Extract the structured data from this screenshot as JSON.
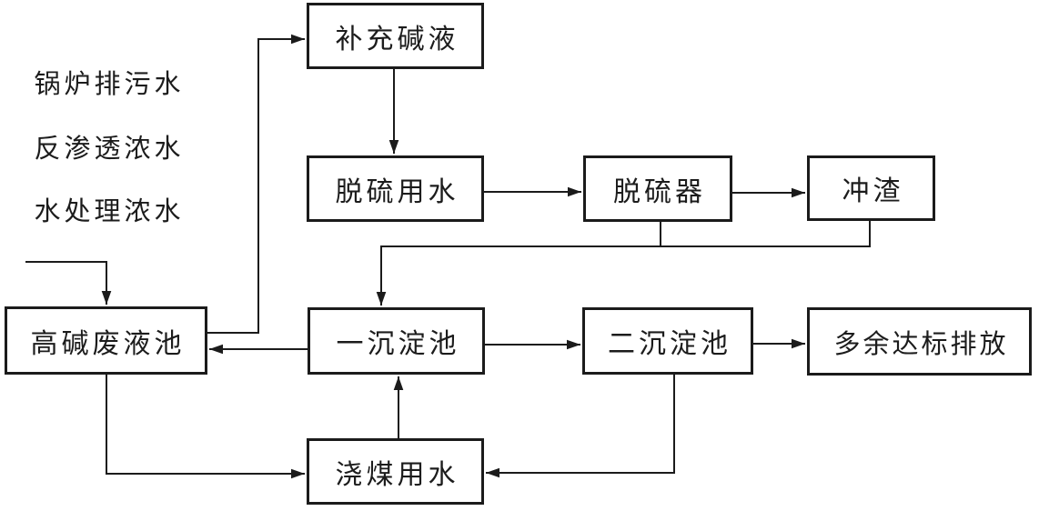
{
  "diagram": {
    "type": "flowchart",
    "background_color": "#ffffff",
    "line_color": "#1b1b1b",
    "nodes": {
      "supplement_alkali": "补充碱液",
      "desulfurization_water": "脱硫用水",
      "desulfurizer": "脱硫器",
      "slag_flushing": "冲渣",
      "high_alkali_waste_pool": "高碱废液池",
      "primary_sedimentation": "一沉淀池",
      "secondary_sedimentation": "二沉淀池",
      "excess_discharge": "多余达标排放",
      "coal_spray_water": "浇煤用水"
    },
    "inflow_labels": {
      "boiler_blowdown": "锅炉排污水",
      "ro_concentrate": "反渗透浓水",
      "water_treatment_concentrate": "水处理浓水"
    },
    "edges": [
      {
        "from": "锅炉排污水/反渗透浓水/水处理浓水",
        "to": "高碱废液池"
      },
      {
        "from": "高碱废液池",
        "to": "补充碱液"
      },
      {
        "from": "补充碱液",
        "to": "脱硫用水"
      },
      {
        "from": "脱硫用水",
        "to": "脱硫器"
      },
      {
        "from": "脱硫器",
        "to": "冲渣"
      },
      {
        "from": "脱硫器",
        "to": "一沉淀池"
      },
      {
        "from": "冲渣",
        "to": "一沉淀池"
      },
      {
        "from": "一沉淀池",
        "to": "高碱废液池"
      },
      {
        "from": "一沉淀池",
        "to": "二沉淀池"
      },
      {
        "from": "二沉淀池",
        "to": "多余达标排放"
      },
      {
        "from": "高碱废液池",
        "to": "浇煤用水"
      },
      {
        "from": "二沉淀池",
        "to": "浇煤用水"
      },
      {
        "from": "浇煤用水",
        "to": "一沉淀池"
      }
    ]
  }
}
